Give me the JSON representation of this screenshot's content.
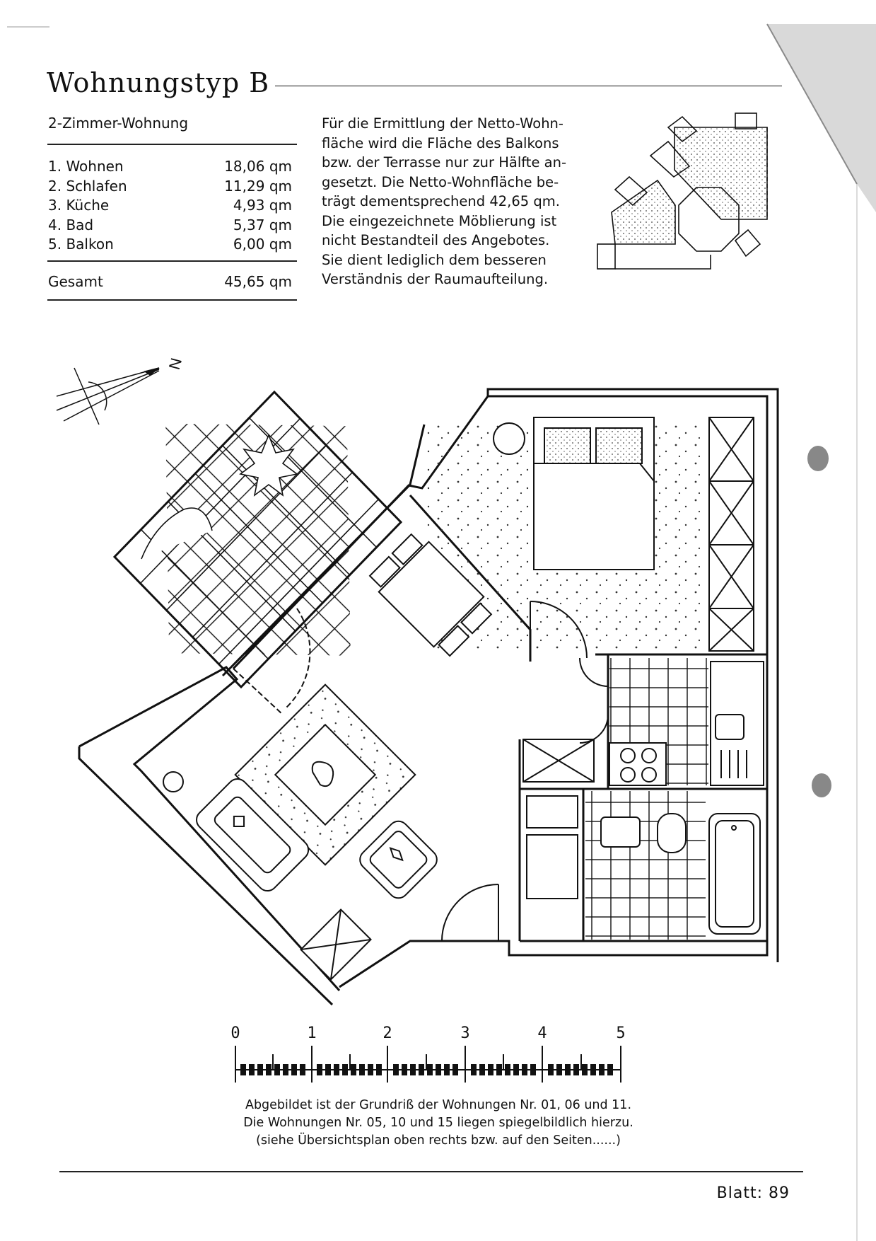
{
  "header": {
    "title": "Wohnungstyp B"
  },
  "summary": {
    "subtitle": "2-Zimmer-Wohnung",
    "rooms": [
      {
        "name": "1. Wohnen",
        "area": "18,06 qm"
      },
      {
        "name": "2. Schlafen",
        "area": "11,29 qm"
      },
      {
        "name": "3. Küche",
        "area": "4,93 qm"
      },
      {
        "name": "4. Bad",
        "area": "5,37 qm"
      },
      {
        "name": "5. Balkon",
        "area": "6,00 qm"
      }
    ],
    "total_label": "Gesamt",
    "total_area": "45,65 qm"
  },
  "note": {
    "lines": [
      "Für die Ermittlung der Netto-Wohn-",
      "fläche wird die Fläche des Balkons",
      "bzw. der Terrasse nur zur Hälfte an-",
      "gesetzt. Die Netto-Wohnfläche be-",
      "trägt dementsprechend 42,65 qm.",
      "Die eingezeichnete Möblierung ist",
      "nicht Bestandteil des Angebotes.",
      "Sie dient lediglich dem besseren",
      "Verständnis der Raumaufteilung."
    ]
  },
  "scale": {
    "labels": [
      "0",
      "1",
      "2",
      "3",
      "4",
      "5"
    ]
  },
  "caption": {
    "lines": [
      "Abgebildet ist der Grundriß der Wohnungen Nr. 01, 06 und 11.",
      "Die Wohnungen Nr. 05, 10 und 15 liegen spiegelbildlich hierzu.",
      "(siehe Übersichtsplan oben rechts bzw. auf den Seiten......)"
    ]
  },
  "footer": {
    "page": "Blatt: 89"
  },
  "compass": {
    "north_label": "N"
  }
}
